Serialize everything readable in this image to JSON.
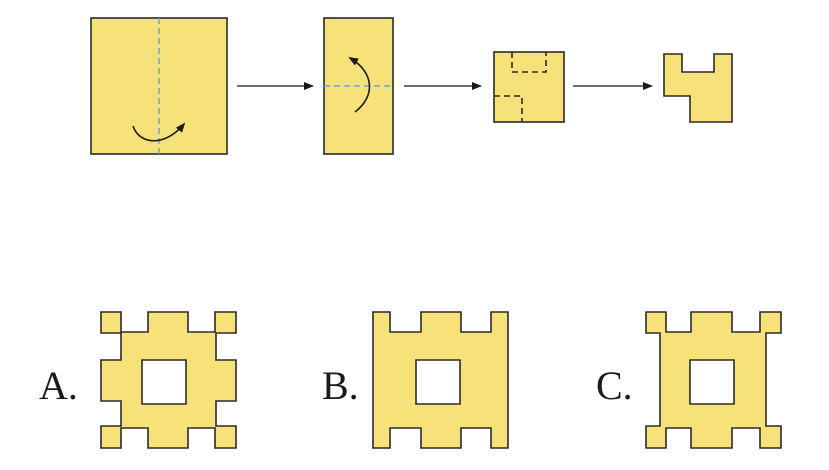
{
  "colors": {
    "paper_fill": "#f7e27a",
    "outline": "#2a2a2a",
    "fold_line": "#5aa9d6",
    "background": "#ffffff"
  },
  "steps": [
    {
      "id": "step-1",
      "fold": "vertical-center",
      "arrow": "curved-right"
    },
    {
      "id": "step-2",
      "fold": "horizontal-center",
      "arrow": "curved-up"
    },
    {
      "id": "step-3",
      "cuts": [
        "top-notch",
        "left-notch"
      ]
    },
    {
      "id": "step-4",
      "result": "unfolded-piece-shape"
    }
  ],
  "options": [
    {
      "label": "A."
    },
    {
      "label": "B."
    },
    {
      "label": "C."
    }
  ]
}
